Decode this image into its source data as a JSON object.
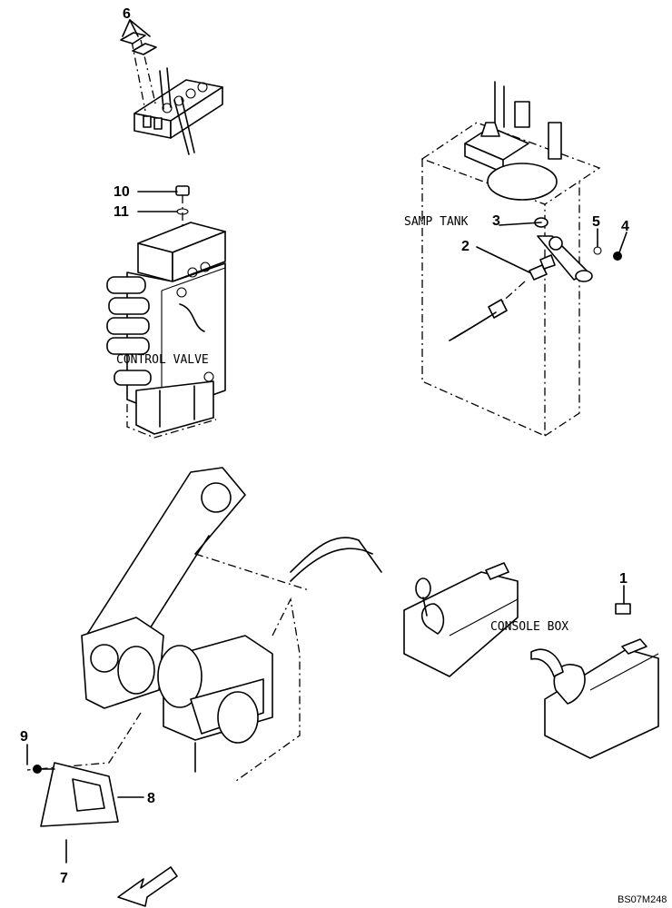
{
  "diagram": {
    "labels": {
      "samp_tank": "SAMP TANK",
      "control_valve": "CONTROL VALVE",
      "console_box": "CONSOLE BOX"
    },
    "callouts": {
      "c1": "1",
      "c2": "2",
      "c3": "3",
      "c4": "4",
      "c5": "5",
      "c6": "6",
      "c7": "7",
      "c8": "8",
      "c9": "9",
      "c10": "10",
      "c11": "11"
    },
    "drawing_code": "BS07M248"
  }
}
